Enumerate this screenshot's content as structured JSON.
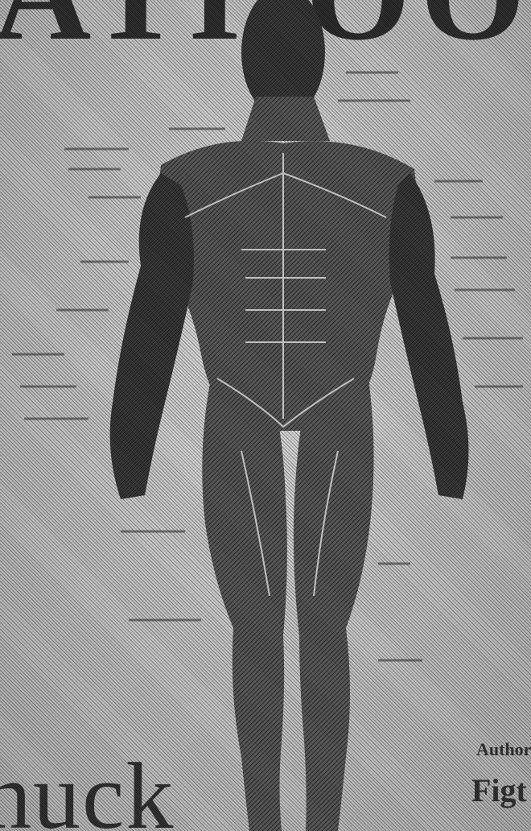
{
  "poster": {
    "title_top": "ATHOOK",
    "title_bottom": "huck",
    "corner_label_1": "Author",
    "corner_label_2": "Figt"
  },
  "figure": {
    "icon": "anatomy-muscle-figure-front",
    "tone": "#2b2b2b"
  }
}
